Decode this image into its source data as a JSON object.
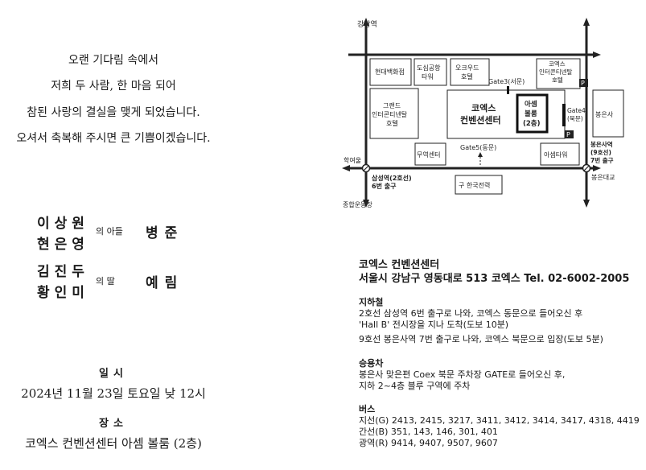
{
  "greeting": [
    "오랜 기다림 속에서",
    "저희 두 사람, 한 마음 되어",
    "참된 사랑의 결실을 맺게 되었습니다.",
    "오셔서 축복해 주시면 큰 기쁨이겠습니다."
  ],
  "groom": {
    "father": "이상원",
    "mother": "현은영",
    "relation": "의 아들",
    "name": "병준"
  },
  "bride": {
    "father": "김진두",
    "mother": "황인미",
    "relation": "의 딸",
    "name": "예림"
  },
  "datetime": {
    "label": "일시",
    "value": "2024년 11월 23일 토요일 낮 12시"
  },
  "place": {
    "label": "장소",
    "value": "코엑스 컨벤션센터 아셈 볼룸 (2층)"
  },
  "map": {
    "gangnam": "강남역",
    "hyundai_dept": "현대백화점",
    "city_air_1": "도심공항",
    "city_air_2": "타워",
    "oakwood_1": "오크우드",
    "oakwood_2": "호텔",
    "ic_hotel_1": "코엑스",
    "ic_hotel_2": "인터콘티넨탈",
    "ic_hotel_3": "호텔",
    "grand_ic_1": "그랜드",
    "grand_ic_2": "인터콘티넨탈",
    "grand_ic_3": "호텔",
    "gate3": "Gate3(서문)",
    "coex_1": "코엑스",
    "coex_2": "컨벤션센터",
    "asem_1": "아셈",
    "asem_2": "볼룸",
    "asem_3": "(2층)",
    "gate4_1": "Gate4",
    "gate4_2": "(북문)",
    "bongeunsa": "봉은사",
    "trade_center": "무역센터",
    "gate5": "Gate5(동문)",
    "asem_tower": "아셈타워",
    "bongeunsa_stn_1": "봉은사역",
    "bongeunsa_stn_2": "(9호선)",
    "bongeunsa_stn_3": "7번 출구",
    "hakyeoul": "학여울",
    "samseong_1": "삼성역(2호선)",
    "samseong_2": "6번 출구",
    "kepco": "구 한국전력",
    "bongeun_bridge": "봉은대교",
    "sports_complex": "종합운동장",
    "parking": "P"
  },
  "venue": {
    "name": "코엑스 컨벤션센터",
    "address": "서울시 강남구 영동대로 513 코엑스 Tel. 02-6002-2005"
  },
  "subway": {
    "title": "지하철",
    "line1": "2호선 삼성역 6번 출구로 나와, 코엑스 동문으로 들어오신 후",
    "line2": "'Hall B' 전시장을 지나 도착(도보 10분)",
    "line3": "9호선 봉은사역 7번 출구로 나와, 코엑스 북문으로 입장(도보 5분)"
  },
  "car": {
    "title": "승용차",
    "line1": "봉은사 맞은편 Coex 북문 주차장 GATE로 들어오신 후,",
    "line2": "지하 2~4층 블루 구역에 주차"
  },
  "bus": {
    "title": "버스",
    "line1": "지선(G) 2413, 2415, 3217, 3411, 3412, 3414, 3417, 4318, 4419",
    "line2": "간선(B) 351, 143, 146, 301, 401",
    "line3": "광역(R) 9414, 9407, 9507, 9607"
  }
}
